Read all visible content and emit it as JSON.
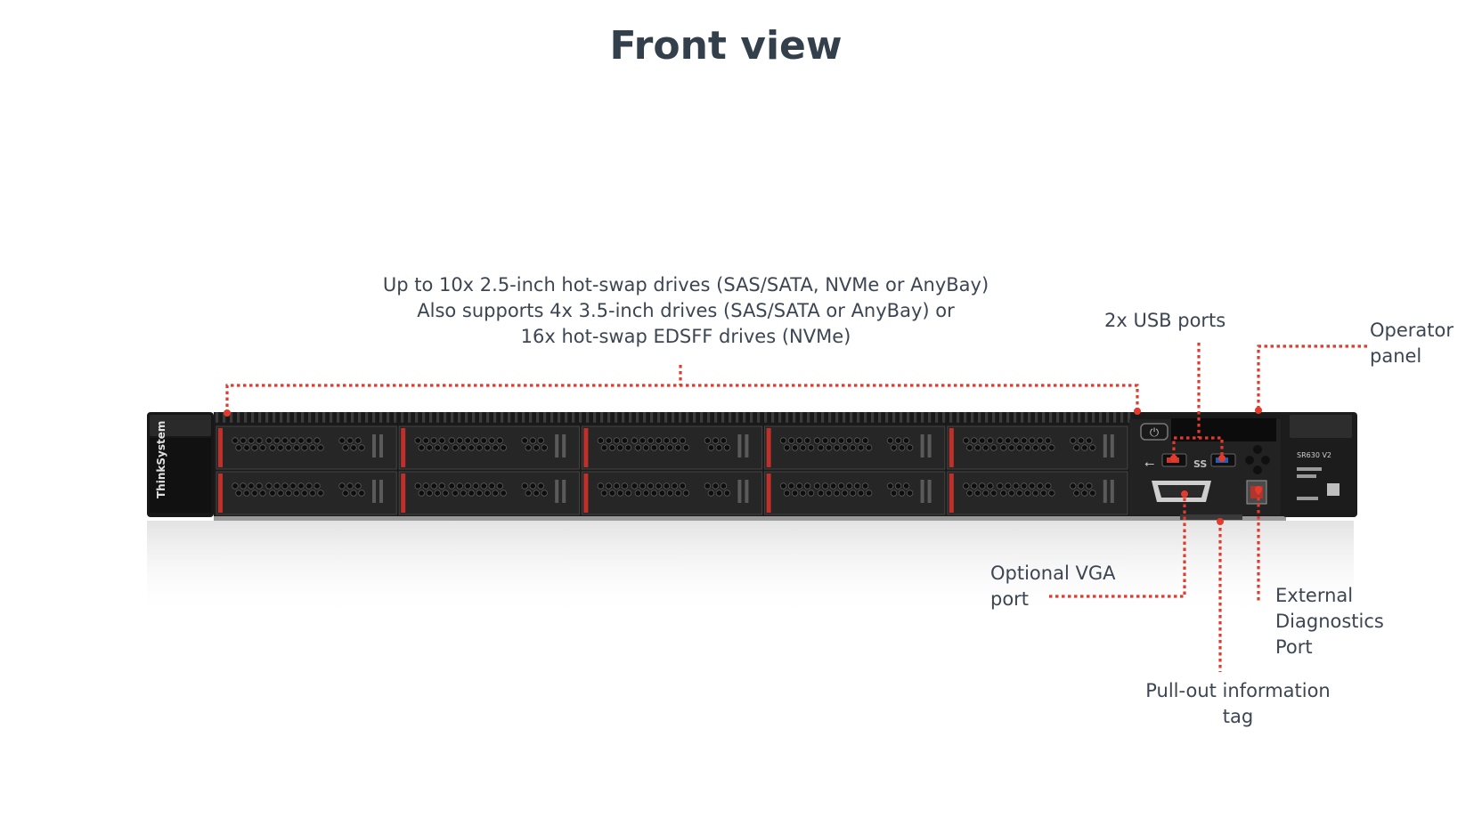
{
  "title": "Front view",
  "callouts": {
    "drives": {
      "lines": [
        "Up to 10x 2.5-inch hot-swap drives (SAS/SATA, NVMe or AnyBay)",
        "Also supports 4x 3.5-inch drives (SAS/SATA or AnyBay) or",
        "16x hot-swap EDSFF drives (NVMe)"
      ]
    },
    "usb": {
      "lines": [
        "2x USB ports"
      ]
    },
    "operator_panel": {
      "lines": [
        "Operator",
        "panel"
      ]
    },
    "vga": {
      "lines": [
        "Optional VGA",
        "port"
      ]
    },
    "external_diagnostics": {
      "lines": [
        "External",
        "Diagnostics",
        "Port"
      ]
    },
    "pullout_tag": {
      "lines": [
        "Pull-out information",
        "tag"
      ]
    }
  },
  "server": {
    "brand_text": "ThinkSystem",
    "model_text": "SR630 V2",
    "drive_bays": {
      "columns": 5,
      "rows": 2
    }
  },
  "colors": {
    "title": "#333f4a",
    "callout_text": "#3c4652",
    "leader_line": "#e23b2e",
    "chassis": "#1b1b1b",
    "drive_latch": "#c0302a",
    "usb_accent": "#1f5fb8"
  }
}
